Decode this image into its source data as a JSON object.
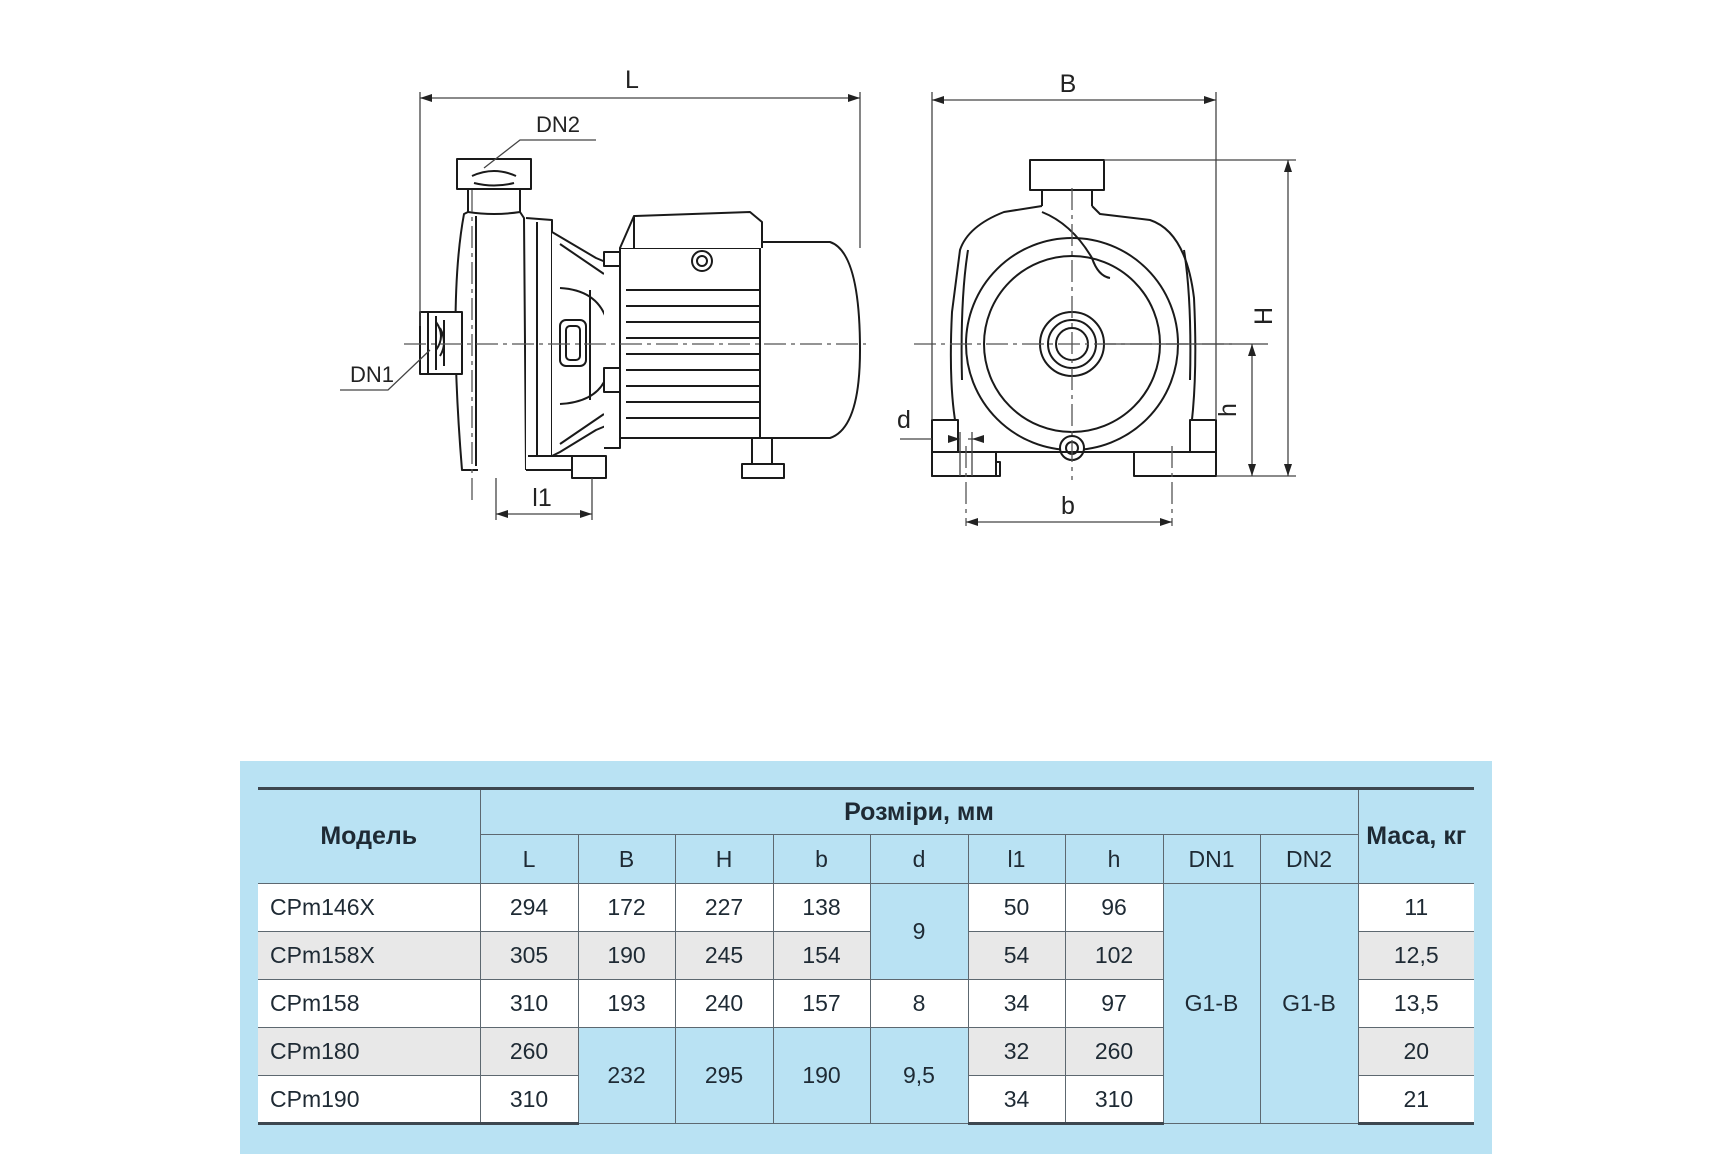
{
  "diagram": {
    "labels": {
      "L": "L",
      "DN2": "DN2",
      "DN1": "DN1",
      "l1": "l1",
      "B": "B",
      "H": "H",
      "h": "h",
      "d": "d",
      "b": "b"
    },
    "line_color": "#1a1a1a",
    "body_color": "#ffffff"
  },
  "table": {
    "header": {
      "model": "Модель",
      "dimensions": "Розміри, мм",
      "mass": "Маса, кг",
      "columns": [
        "L",
        "B",
        "H",
        "b",
        "d",
        "l1",
        "h",
        "DN1",
        "DN2"
      ]
    },
    "rows": [
      {
        "model": "CPm146X",
        "L": "294",
        "B": "172",
        "H": "227",
        "b": "138",
        "l1": "50",
        "h": "96",
        "mass": "11"
      },
      {
        "model": "CPm158X",
        "L": "305",
        "B": "190",
        "H": "245",
        "b": "154",
        "l1": "54",
        "h": "102",
        "mass": "12,5"
      },
      {
        "model": "CPm158",
        "L": "310",
        "B": "193",
        "H": "240",
        "b": "157",
        "l1": "34",
        "h": "97",
        "mass": "13,5"
      },
      {
        "model": "CPm180",
        "L": "260",
        "l1": "32",
        "h": "260",
        "mass": "20"
      },
      {
        "model": "CPm190",
        "L": "310",
        "l1": "34",
        "h": "310",
        "mass": "21"
      }
    ],
    "merged": {
      "d_146_158x": "9",
      "d_158": "8",
      "d_180_190": "9,5",
      "B_180_190": "232",
      "H_180_190": "295",
      "b_180_190": "190",
      "DN1_all": "G1-B",
      "DN2_all": "G1-B"
    },
    "panel_color": "#b9e2f3",
    "band_grey": "#e8e8e8"
  }
}
